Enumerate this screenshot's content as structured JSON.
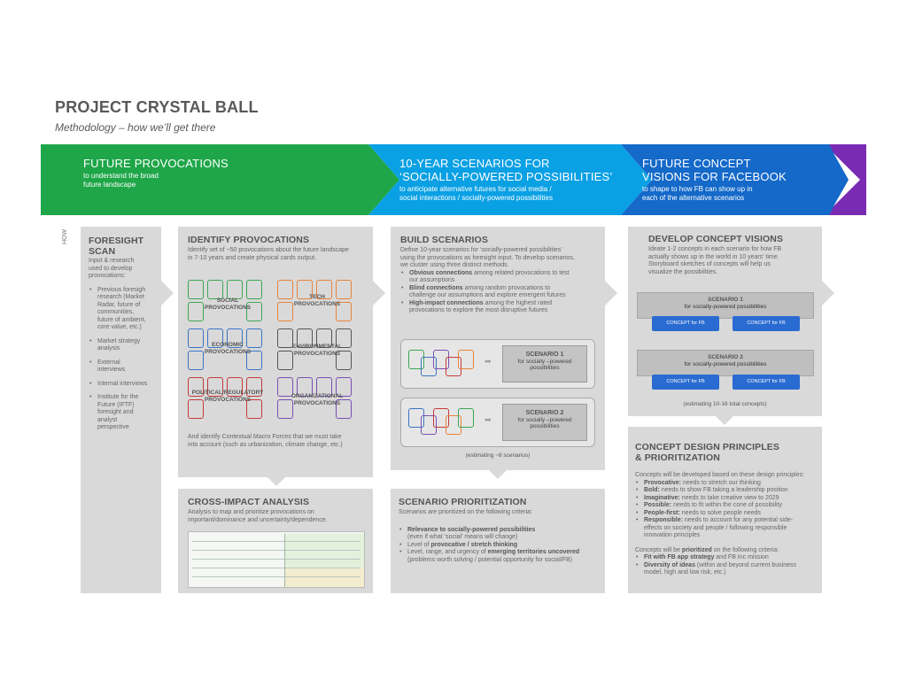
{
  "title": "PROJECT CRYSTAL BALL",
  "subtitle": "Methodology – how we’ll get there",
  "colors": {
    "green": "#1ea648",
    "blue": "#0aa0e4",
    "darkblue": "#1469c9",
    "purple": "#7a2bb4",
    "panel": "#d9d9d9",
    "button": "#2a6bd1"
  },
  "phases": [
    {
      "title": "FUTURE PROVOCATIONS",
      "sub": "to understand the broad\nfuture landscape"
    },
    {
      "title": "10-YEAR SCENARIOS FOR\n‘SOCIALLY-POWERED POSSIBILITIES’",
      "sub": "to anticipate alternative futures for social media /\nsocial interactions / socially-powered possibilities"
    },
    {
      "title": "FUTURE CONCEPT\nVISIONS FOR FACEBOOK",
      "sub": "to shape to how FB can show up in\neach of the alternative scenarios"
    }
  ],
  "how_label": "HOW",
  "foresight": {
    "title": "FORESIGHT\nSCAN",
    "intro": "Input & research\nused to develop\nprovocations:",
    "items": [
      "Previous foresigh\nresearch (Market\nRadar, future of\ncommunities,\nfuture of ambient,\ncore value, etc.)",
      "Market strategy\nanalysis",
      "External\ninterviews",
      "Internal interviews",
      "Institute for the\nFuture (IFTF)\nforesight and\nanalyst\nperspective"
    ]
  },
  "identify": {
    "title": "IDENTIFY PROVOCATIONS",
    "body": "Identify set of ~50 provocations about the future landscape\nin 7-10 years and create physical cards output.",
    "clusters": [
      "SOCIAL\nPROVOCATIONS",
      "TECH\nPROVOCATIONS",
      "ECONOMIC\nPROVOCATIONS",
      "ENVIRONMENTAL\nPROVOCATIONS",
      "POLITICAL/REGULATORY\nPROVOCATIONS",
      "ORGANIZATIONAL\nPROVOCATIONS"
    ],
    "footer": "And identify Contextual Macro Forces that we must take\ninto account (such as urbanization, climate change, etc.)"
  },
  "build": {
    "title": "BUILD SCENARIOS",
    "body": "Define 10-year scenarios for ‘socially-powered possibilities’\nusing the provocations as foresight input. To develop scenarios,\nwe cluster using three distinct methods.",
    "items": [
      {
        "bold": "Obvious connections",
        "rest": " among related provocations to test\nour assumptions"
      },
      {
        "bold": "Blind connections",
        "rest": " among random provocations to\nchallenge our assumptions and explore emergent futures"
      },
      {
        "bold": "High-impact connections",
        "rest": " among the highest rated\nprovocations to explore the most disruptive futures"
      }
    ],
    "scenario1": "SCENARIO 1",
    "scenario2": "SCENARIO 2",
    "scenario_sub": "for socially –powered\npossibilities",
    "estimate": "(estimating ~8 scenarios)"
  },
  "develop": {
    "title": "DEVELOP CONCEPT VISIONS",
    "body": "Ideate 1-2 concepts in each scenario for how FB\nactually shows up in the world in 10 years’ time.\nStoryboard sketches of concepts will help us\nvisualize the possibilities.",
    "scenario1": "SCENARIO 1",
    "scenario2": "SCENARIO 2",
    "scenario_sub": "for socially-powered possibilities",
    "concept": "CONCEPT for FB",
    "estimate": "(estimating 10-16 total concepts)"
  },
  "cross": {
    "title": "CROSS-IMPACT ANALYSIS",
    "body": "Analysis to map and prioritize provocations on\nimportant/dominance and uncertainty/dependence."
  },
  "prioritization": {
    "title": "SCENARIO PRIORITIZATION",
    "body": "Scenarios are prioritized on the following criteria:",
    "items": [
      {
        "pre": "",
        "bold": "Relevance to socially-powered possibilities",
        "rest": "\n(even if what ‘social’ means will change)"
      },
      {
        "pre": "Level of ",
        "bold": "provocative / stretch thinking",
        "rest": ""
      },
      {
        "pre": "Level, range, and urgency of ",
        "bold": "emerging territories uncovered",
        "rest": "\n(problems worth solving / potential opportunity for social/FB)"
      }
    ]
  },
  "principles": {
    "title": "CONCEPT DESIGN PRINCIPLES\n& PRIORITIZATION",
    "intro": "Concepts will be developed based on these design principles:",
    "items": [
      {
        "bold": "Provocative:",
        "rest": " needs to stretch our thinking"
      },
      {
        "bold": "Bold:",
        "rest": " needs to show FB taking a leadership position"
      },
      {
        "bold": "Imaginative:",
        "rest": " needs to take creative view to 2029"
      },
      {
        "bold": "Possible:",
        "rest": " needs to fit within the cone of possibility"
      },
      {
        "bold": "People-first:",
        "rest": " needs to solve people needs"
      },
      {
        "bold": "Responsible:",
        "rest": " needs to account for any potential side-\neffects on society and people / following responsible\ninnovation principles"
      }
    ],
    "prio_pre": "Concepts will be ",
    "prio_bold": "prioritized",
    "prio_rest": " on the following criteria:",
    "criteria": [
      {
        "bold": "Fit with FB app strategy",
        "rest": " and FB Inc mission"
      },
      {
        "bold": "Diversity of ideas",
        "rest": " (within and beyond current business\nmodel, high and low risk, etc.)"
      }
    ]
  }
}
